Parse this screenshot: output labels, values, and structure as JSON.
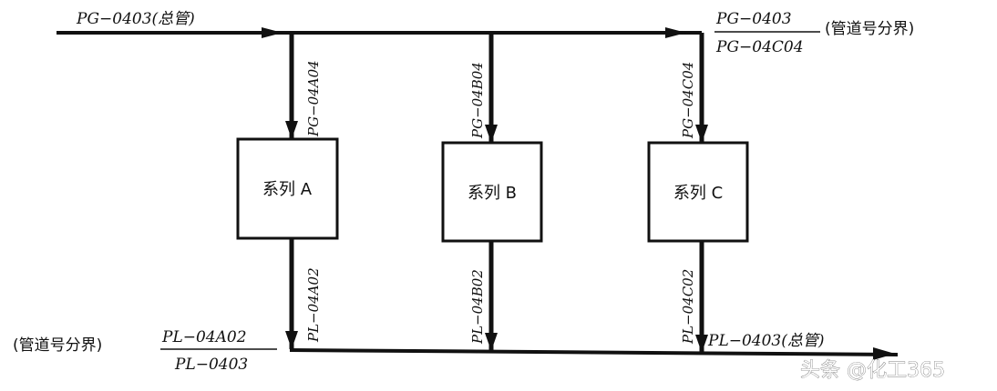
{
  "diagram": {
    "header_main": "PG−0403(总管)",
    "boundary_top": {
      "numerator": "PG−0403",
      "denominator": "PG−04C04",
      "note": "(管道号分界)"
    },
    "boundary_bottom": {
      "note": "(管道号分界)",
      "numerator": "PL−04A02",
      "denominator": "PL−0403"
    },
    "bottom_main": "PL−0403(总管)",
    "series": [
      {
        "label": "系列 A",
        "inlet": "PG−04A04",
        "outlet": "PL−04A02"
      },
      {
        "label": "系列 B",
        "inlet": "PG−04B04",
        "outlet": "PL−04B02"
      },
      {
        "label": "系列 C",
        "inlet": "PG−04C04",
        "outlet": "PL−04C02"
      }
    ],
    "watermark": "头条 @化工365"
  }
}
